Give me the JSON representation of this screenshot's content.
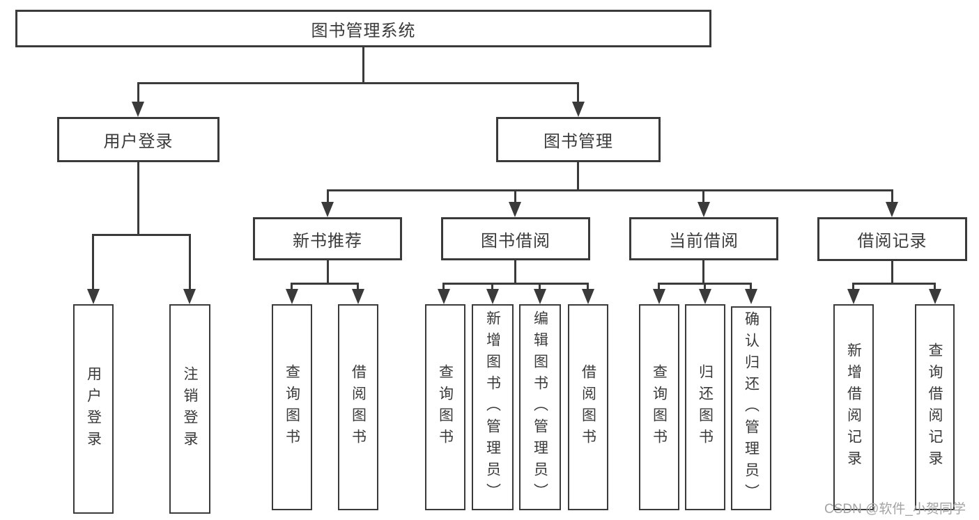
{
  "diagram": {
    "title": "图书管理系统",
    "colors": {
      "line": "#3a3a3a",
      "text": "#3a3a3a",
      "box_background": "#ffffff",
      "watermark": "#a3a3a3"
    },
    "level2": {
      "user_login": "用户登录",
      "book_management": "图书管理"
    },
    "level3": {
      "new_book_recommend": "新书推荐",
      "book_borrow": "图书借阅",
      "current_borrow": "当前借阅",
      "borrow_record": "借阅记录"
    },
    "leaves": {
      "user_login": [
        "用户登录",
        "注销登录"
      ],
      "new_book_recommend": [
        "查询图书",
        "借阅图书"
      ],
      "book_borrow": [
        "查询图书",
        "新增图书（管理员）",
        "编辑图书（管理员）",
        "借阅图书"
      ],
      "current_borrow": [
        "查询图书",
        "归还图书",
        "确认归还（管理员）"
      ],
      "borrow_record": [
        "新增借阅记录",
        "查询借阅记录"
      ]
    },
    "watermark": "CSDN @软件_小贺同学"
  }
}
